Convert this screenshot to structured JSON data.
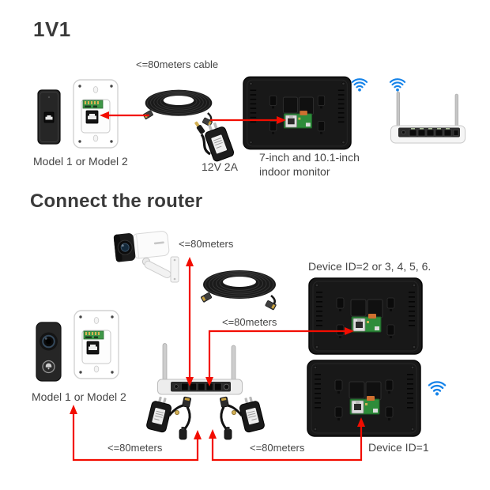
{
  "colors": {
    "accent_red": "#f20d00",
    "wifi_blue": "#1583e9",
    "heading_text": "#3a3a3a",
    "label_text": "#454545",
    "background": "#ffffff"
  },
  "sections": {
    "one_to_one": {
      "title": "1V1",
      "cable_label": "<=80meters cable",
      "doorbell_label": "Model 1 or Model 2",
      "power_adapter_label": "12V 2A",
      "monitor_label_line1": "7-inch and 10.1-inch",
      "monitor_label_line2": "indoor monitor"
    },
    "connect_router": {
      "title": "Connect the router",
      "camera_distance_label": "<=80meters",
      "monitor_link_distance_label": "<=80meters",
      "doorbell_label": "Model 1 or Model 2",
      "monitor_group_label": "Device ID=2 or 3, 4, 5, 6.",
      "monitor_single_label": "Device ID=1",
      "bottom_left_distance_label": "<=80meters",
      "bottom_right_distance_label": "<=80meters"
    }
  },
  "icons": {
    "wifi": "wifi-icon"
  }
}
